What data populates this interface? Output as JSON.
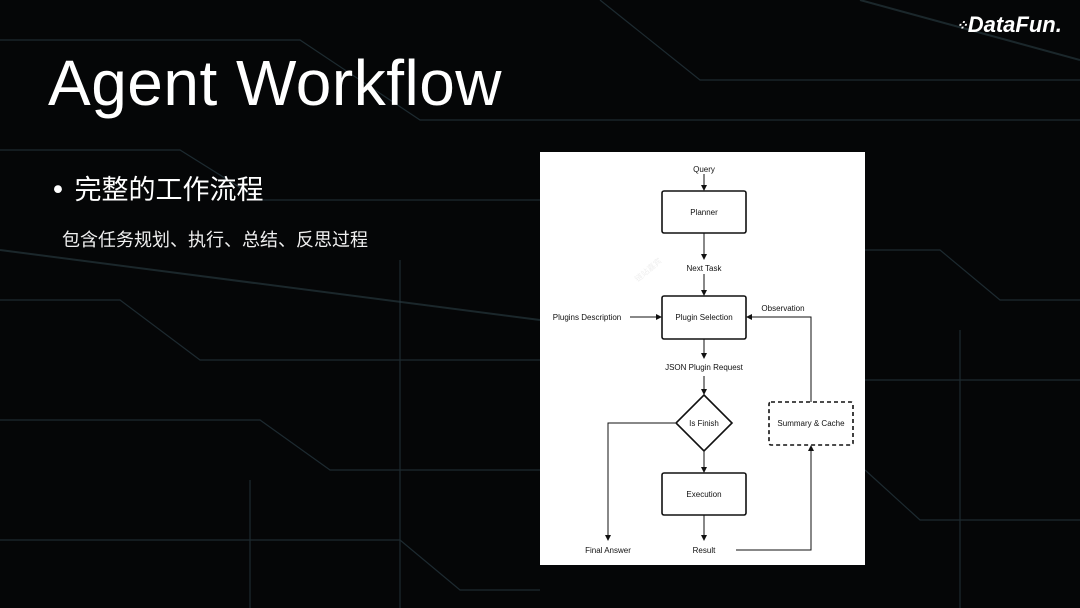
{
  "slide": {
    "title": "Agent Workflow",
    "bullet": "完整的工作流程",
    "subtitle": "包含任务规划、执行、总结、反思过程",
    "logo": "DataFun."
  },
  "diagram": {
    "query": "Query",
    "planner": "Planner",
    "next_task": "Next Task",
    "plugins_description": "Plugins Description",
    "plugin_selection": "Plugin Selection",
    "observation": "Observation",
    "json_request": "JSON Plugin Request",
    "is_finish": "Is Finish",
    "summary_cache": "Summary & Cache",
    "execution": "Execution",
    "final_answer": "Final Answer",
    "result": "Result"
  },
  "colors": {
    "background": "#050607",
    "text": "#ffffff",
    "diagram_bg": "#ffffff"
  }
}
